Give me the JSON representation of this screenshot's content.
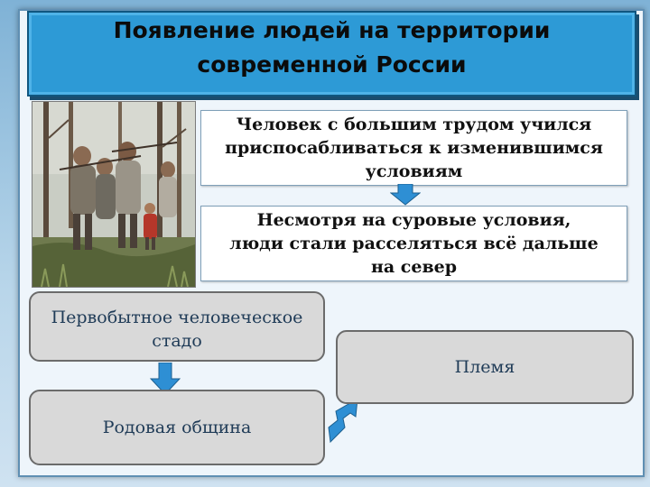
{
  "title": "Появление людей на территории\nсовременной России",
  "box1": "Человек с большим трудом учился\nприспосабливаться к изменившимся\nусловиям",
  "box2": "Несмотря на суровые условия,\nлюди стали расселяться всё дальше\nна север",
  "stage1": "Первобытное человеческое\nстадо",
  "stage2": "Родовая община",
  "stage3": "Племя",
  "image": {
    "description_icon": "primitive-people-painting"
  },
  "colors": {
    "title_bg": "#2d9ad6",
    "arrow_blue": "#2e8fd4",
    "box_gray": "#d9d9d9",
    "stage_text": "#1f3b57"
  }
}
